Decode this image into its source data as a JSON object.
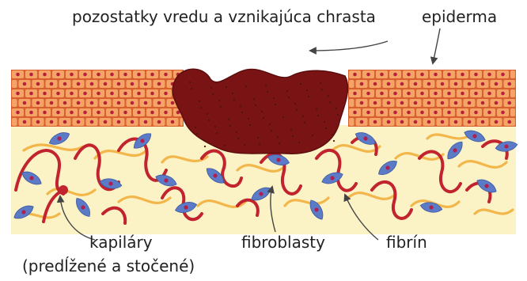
{
  "labels": {
    "scab": "pozostatky vredu a vznikajúca chrasta",
    "epidermis": "epiderma",
    "capillaries": "kapiláry",
    "capillaries_note": "(predĺžené a stočené)",
    "fibroblasts": "fibroblasty",
    "fibrin": "fibrín"
  },
  "colors": {
    "dermis": "#fbf3c6",
    "epidermis_cell": "#f3a466",
    "epidermis_outline": "#d9602e",
    "epidermis_nucleus": "#b5223a",
    "scab": "#7a1414",
    "capillary": "#c1232f",
    "fibrin": "#f2b64a",
    "fibroblast": "#5b7bc7",
    "fibroblast_nucleus": "#b01f4e",
    "label_text": "#222222",
    "pointer": "#444444"
  }
}
